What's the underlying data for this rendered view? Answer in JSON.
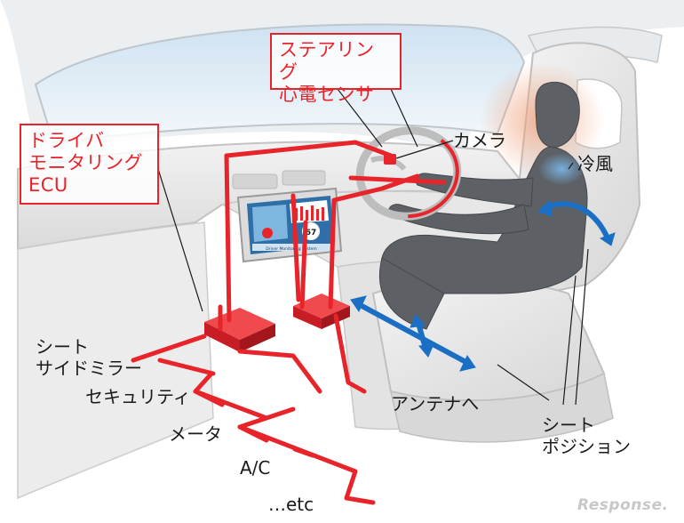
{
  "callouts": {
    "steering_sensor": "ステアリング\n心電センサ",
    "ecu": "ドライバ\nモニタリング\nECU"
  },
  "labels": {
    "camera": "カメラ",
    "cool_air": "冷風",
    "seat_mirror": "シート\nサイドミラー",
    "security": "セキュリティ",
    "meter": "メータ",
    "ac": "A/C",
    "etc": "…etc",
    "antenna": "アンテナへ",
    "seat_position": "シート\nポジション"
  },
  "screen": {
    "value": "67",
    "caption": "Driver Monitoring System"
  },
  "logo": "Response.",
  "colors": {
    "accent_red": "#e8242b",
    "arrow_blue": "#1a6fc4",
    "driver_gray": "#5d6166"
  }
}
